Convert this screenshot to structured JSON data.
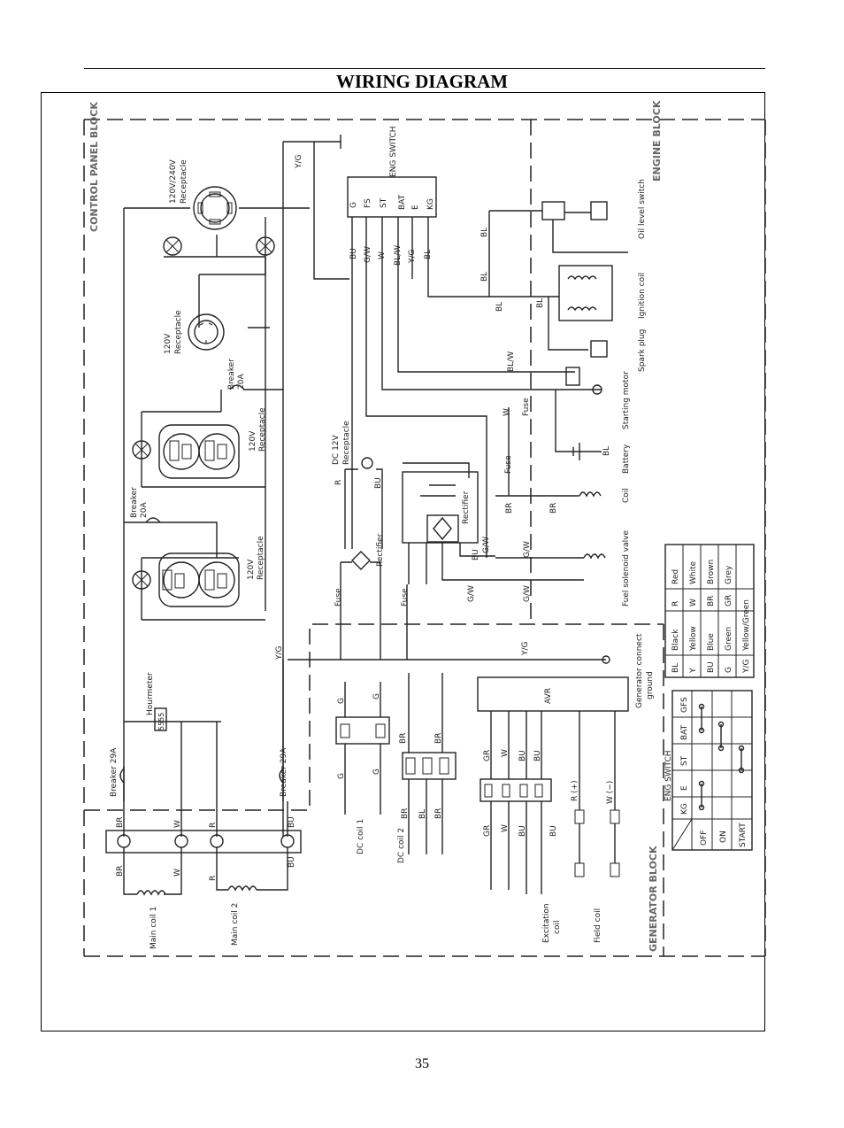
{
  "title": "WIRING DIAGRAM",
  "page_number": "35",
  "blocks": {
    "control_panel": "CONTROL PANEL BLOCK",
    "engine": "ENGINE BLOCK",
    "generator": "GENERATOR BLOCK"
  },
  "components": {
    "receptacle_120_240": [
      "120V/240V",
      "Receptacle"
    ],
    "receptacle_120_twist": [
      "120V",
      "Receptacle"
    ],
    "breaker_20a_top": [
      "Breaker",
      "20A"
    ],
    "receptacle_120_top": [
      "120V",
      "Receptacle"
    ],
    "breaker_20a_mid": [
      "Breaker",
      "20A"
    ],
    "receptacle_120_bottom": [
      "120V",
      "Receptacle"
    ],
    "hourmeter": "Hourmeter",
    "hourmeter_value": "5555",
    "breaker_29a_left": "Breaker 29A",
    "breaker_29a_right": "Breaker 29A",
    "dc_receptacle": [
      "DC 12V",
      "Receptacle"
    ],
    "rectifier_left": "Rectifier",
    "rectifier_right": "Rectifier",
    "eng_switch_terminal": "ENG SWITCH",
    "oil_level_switch": "Oil level switch",
    "ignition_coil": "Ignition coil",
    "spark_plug": "Spark plug",
    "starting_motor": "Starting motor",
    "battery": "Battery",
    "coil": "Coil",
    "fuel_solenoid_valve": "Fuel solenoid valve",
    "generator_ground": [
      "Generator connect",
      "ground"
    ],
    "avr": "AVR",
    "main_coil_1": "Main coil 1",
    "main_coil_2": "Main coil 2",
    "dc_coil_1": "DC coil 1",
    "dc_coil_2": "DC coil 2",
    "excitation_coil": [
      "Excitation",
      "coil"
    ],
    "field_coil": "Field coil",
    "fuse": "Fuse"
  },
  "eng_switch_pins": [
    "G",
    "FS",
    "ST",
    "BAT",
    "E",
    "KG"
  ],
  "wire_labels": {
    "bl": "BL",
    "bu": "BU",
    "gw": "G/W",
    "w": "W",
    "blw": "BL/W",
    "yg": "Y/G",
    "r": "R",
    "br": "BR",
    "g": "G",
    "gr": "GR",
    "r_plus": "R (+)",
    "w_minus": "W (−)"
  },
  "color_legend": [
    {
      "code": "BL",
      "name": "Black"
    },
    {
      "code": "R",
      "name": "Red"
    },
    {
      "code": "Y",
      "name": "Yellow"
    },
    {
      "code": "W",
      "name": "White"
    },
    {
      "code": "BU",
      "name": "Blue"
    },
    {
      "code": "BR",
      "name": "Brown"
    },
    {
      "code": "G",
      "name": "Green"
    },
    {
      "code": "GR",
      "name": "Grey"
    },
    {
      "code": "Y/G",
      "name": "Yellow/Green"
    }
  ],
  "switch_table": {
    "title": "ENG SWITCH",
    "columns": [
      "KG",
      "E",
      "ST",
      "BAT",
      "G",
      "FS"
    ],
    "rows": [
      "OFF",
      "ON",
      "START"
    ],
    "connections": [
      {
        "row": "OFF",
        "from": "KG",
        "to": "E"
      },
      {
        "row": "OFF",
        "from": "G",
        "to": "FS"
      },
      {
        "row": "ON",
        "from": "BAT",
        "to": "G"
      },
      {
        "row": "START",
        "from": "ST",
        "to": "BAT"
      }
    ]
  }
}
